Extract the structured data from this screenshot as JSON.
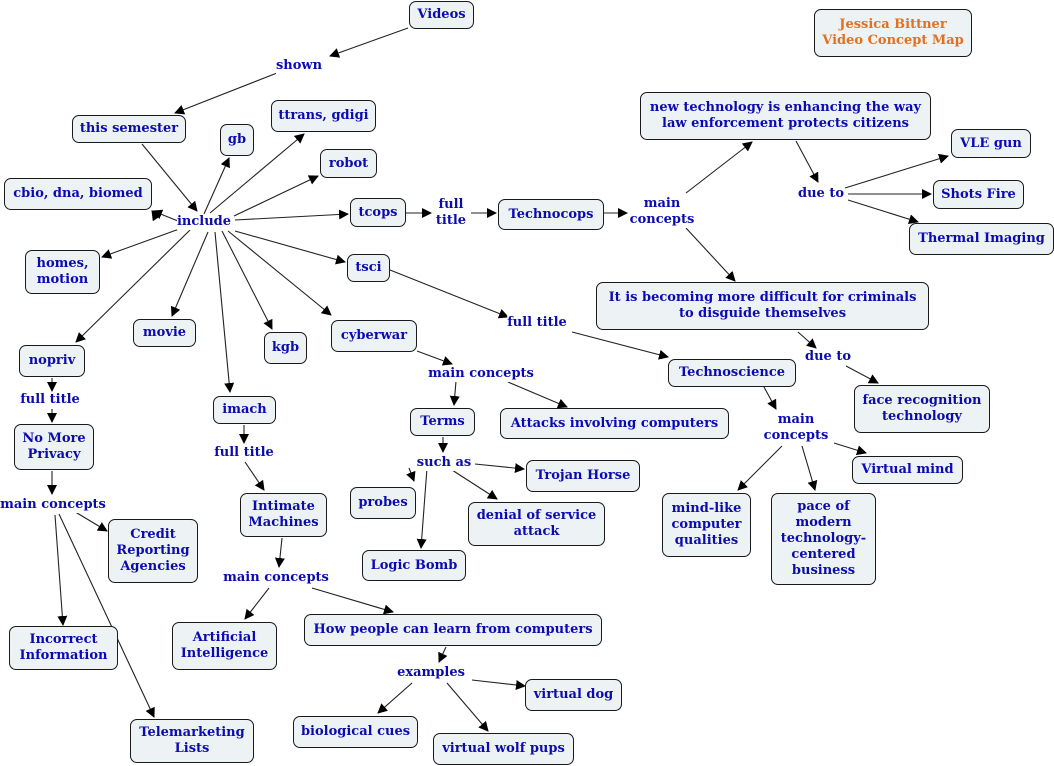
{
  "title": {
    "line1": "Jessica Bittner",
    "line2": "Video Concept Map",
    "color": "#e2701e"
  },
  "colors": {
    "node_text": "#0b0bb0",
    "node_fill": "#edf2f5",
    "border": "#1a1a1a"
  },
  "concepts": {
    "videos": "Videos",
    "this_semester": "this semester",
    "gb": "gb",
    "ttrans": "ttrans, gdigi",
    "robot": "robot",
    "cbio": "cbio, dna, biomed",
    "tcops": "tcops",
    "technocops": "Technocops",
    "homes": "homes,\nmotion",
    "tsci": "tsci",
    "movie": "movie",
    "kgb": "kgb",
    "cyberwar": "cyberwar",
    "nopriv": "nopriv",
    "no_more_privacy": "No More\nPrivacy",
    "credit": "Credit\nReporting\nAgencies",
    "incorrect": "Incorrect\nInformation",
    "telemarketing": "Telemarketing\nLists",
    "imach": "imach",
    "intimate": "Intimate\nMachines",
    "ai": "Artificial\nIntelligence",
    "how_people": "How people can learn from computers",
    "virtual_dog": "virtual dog",
    "bio_cues": "biological cues",
    "wolf_pups": "virtual wolf pups",
    "terms": "Terms",
    "attacks": "Attacks involving computers",
    "trojan": "Trojan Horse",
    "probes": "probes",
    "dos": "denial of service\nattack",
    "logic_bomb": "Logic Bomb",
    "new_tech": "new technology is enhancing the way\nlaw enforcement protects citizens",
    "vle_gun": "VLE gun",
    "shots_fire": "Shots Fire",
    "thermal": "Thermal Imaging",
    "difficult": "It is becoming more difficult for criminals\nto disguide themselves",
    "face_recog": "face recognition\ntechnology",
    "technoscience": "Technoscience",
    "virtual_mind": "Virtual mind",
    "mind_like": "mind-like\ncomputer\nqualities",
    "pace": "pace of\nmodern\ntechnology-\ncentered\nbusiness"
  },
  "linking_phrases": {
    "shown": "shown",
    "include": "include",
    "full_title_tcops": "full\ntitle",
    "main_concepts_tcops": "main\nconcepts",
    "due_to_new_tech": "due to",
    "due_to_difficult": "due to",
    "full_title_tsci": "full title",
    "main_concepts_tsci": "main\nconcepts",
    "main_concepts_cyber": "main concepts",
    "such_as": "such as",
    "full_title_nopriv": "full title",
    "main_concepts_nopriv": "main concepts",
    "full_title_imach": "full title",
    "main_concepts_imach": "main concepts",
    "examples": "examples"
  }
}
